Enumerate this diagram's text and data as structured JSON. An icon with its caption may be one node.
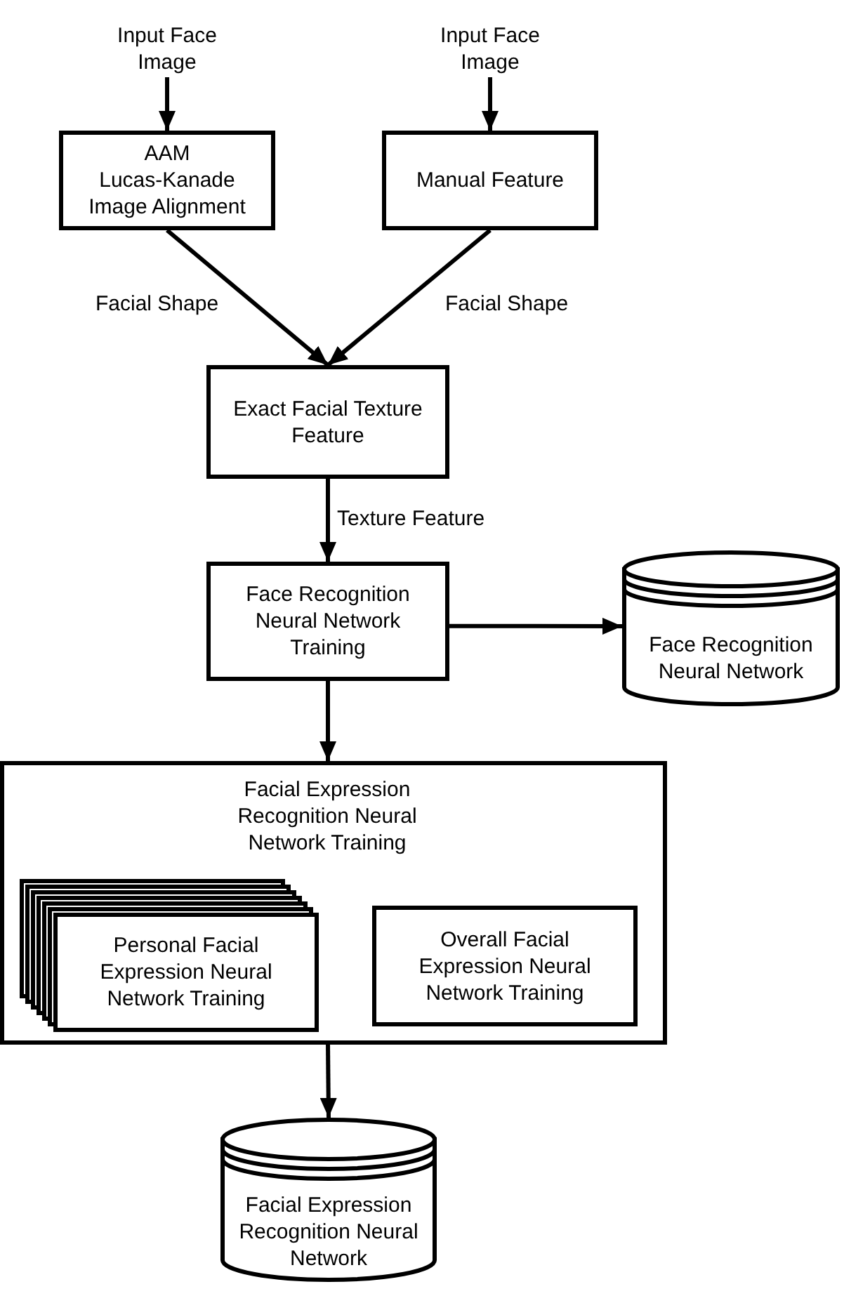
{
  "diagram": {
    "nodes": [
      {
        "text": [
          "Input Face Image"
        ]
      },
      {
        "text": [
          "AAM",
          "Lucas-Kanade Image Alignment"
        ]
      },
      {
        "text": [
          "Input Face Image"
        ]
      },
      {
        "text": [
          "Manual Feature"
        ]
      },
      {
        "text": [
          "Exact Facial Texture Feature"
        ]
      },
      {
        "text": [
          "Face Recognition Neural Network Training"
        ]
      },
      {
        "text": [
          "Face Recognition Neural Network"
        ]
      },
      {
        "text": [
          "Facial Expression Recognition Neural Network Training"
        ]
      },
      {
        "text": [
          "Personal Facial Expression Neural Network Training"
        ],
        "in": 7
      },
      {
        "text": [
          "Overall Facial Expression Neural Network Training"
        ],
        "in": 7
      },
      {
        "text": [
          "Facial Expression Recognition Neural Network"
        ]
      }
    ],
    "edges": [
      {
        "from": 0,
        "to": 1,
        "arrow": "to"
      },
      {
        "from": 2,
        "to": 3,
        "arrow": "to"
      },
      {
        "from": 1,
        "to": 4,
        "arrow": "to",
        "label": "Facial Shape"
      },
      {
        "from": 3,
        "to": 4,
        "arrow": "to",
        "label": "Facial Shape"
      },
      {
        "from": 4,
        "to": 5,
        "arrow": "to",
        "label": "Texture Feature"
      },
      {
        "from": 5,
        "to": 6,
        "arrow": "to"
      },
      {
        "from": 5,
        "to": 7,
        "arrow": "to"
      },
      {
        "from": 7,
        "to": 10,
        "arrow": "to"
      }
    ]
  }
}
